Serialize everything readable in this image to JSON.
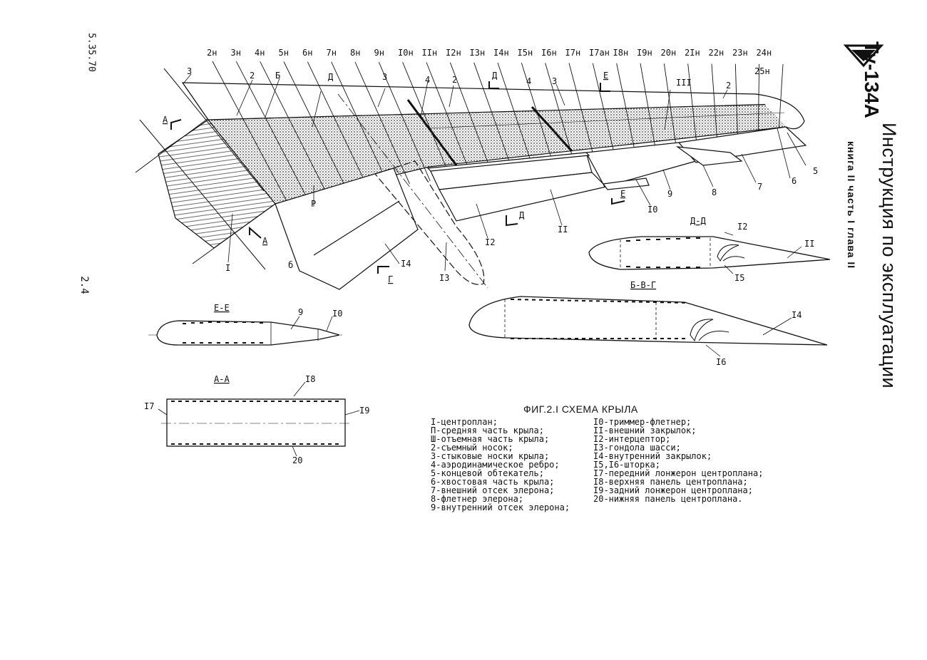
{
  "doc_code": "5.35.70",
  "page_number": "2.4",
  "aircraft_type": "Ту-134А",
  "manual_title": "Инструкция по эксплуатации",
  "manual_subtitle": "книга II часть I глава II",
  "figure": {
    "caption": "ФИГ.2.I СХЕМА КРЫЛА",
    "rib_labels": [
      "2н",
      "3н",
      "4н",
      "5н",
      "6н",
      "7н",
      "8н",
      "9н",
      "I0н",
      "IIн",
      "I2н",
      "I3н",
      "I4н",
      "I5н",
      "I6н",
      "I7н",
      "I7ан",
      "I8н",
      "I9н",
      "20н",
      "2Iн",
      "22н",
      "23н",
      "24н",
      "25н"
    ],
    "section_labels": {
      "e_e": "Е-Е",
      "d_d": "Д-Д",
      "b_v_g": "Б-В-Г",
      "a_a": "А-А"
    },
    "section_marks": [
      "А",
      "А",
      "Б",
      "Д",
      "Д",
      "Е",
      "Е",
      "Г"
    ],
    "callouts": [
      "3",
      "2",
      "Б",
      "Д",
      "3",
      "4",
      "2",
      "4",
      "3",
      "III",
      "2",
      "5",
      "6",
      "7",
      "8",
      "9",
      "I0",
      "II",
      "I2",
      "I3",
      "I4",
      "I",
      "б",
      "Р",
      "I2",
      "II",
      "I5",
      "9",
      "I0",
      "I4",
      "I6",
      "I8",
      "I7",
      "I9",
      "20"
    ],
    "legend_left": [
      "I-центроплан;",
      "П-средняя часть крыла;",
      "Ш-отъемная часть крыла;",
      "2-съемный носок;",
      "3-стыковые носки крыла;",
      "4-аэродинамическое ребро;",
      "5-концевой обтекатель;",
      "6-хвостовая часть крыла;",
      "7-внешний отсек элерона;",
      "8-флетнер элерона;",
      "9-внутренний отсек элерона;"
    ],
    "legend_right": [
      "I0-триммер-флетнер;",
      "II-внешний закрылок;",
      "I2-интерцептор;",
      "I3-гондола шасси;",
      "I4-внутренний закрылок;",
      "I5,I6-шторка;",
      "I7-передний лонжерон центроплана;",
      "I8-верхняя панель центроплана;",
      "I9-задний лонжерон центроплана;",
      "20-нижняя панель центроплана."
    ]
  }
}
